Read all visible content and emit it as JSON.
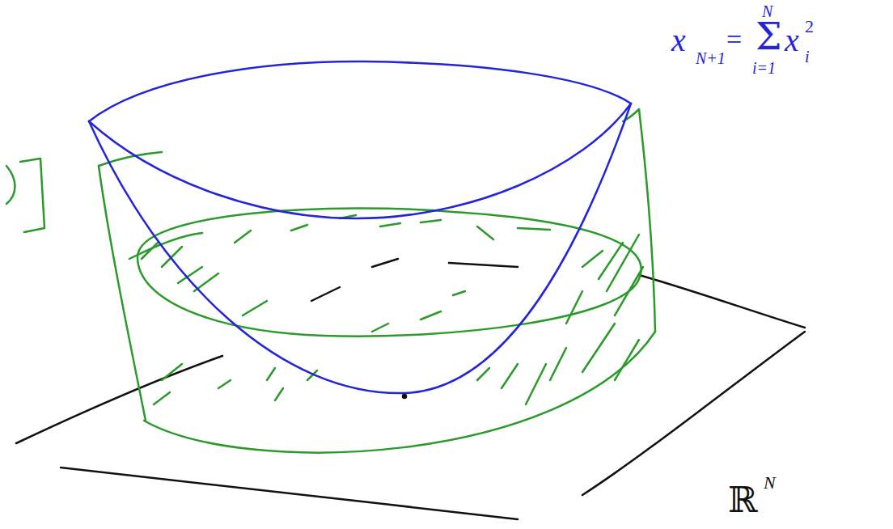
{
  "diagram": {
    "labels": [
      "x",
      "N+1",
      "=",
      "N",
      "Σ",
      "i=1",
      "x",
      "i",
      "2",
      "ℝ",
      "N"
    ]
  }
}
